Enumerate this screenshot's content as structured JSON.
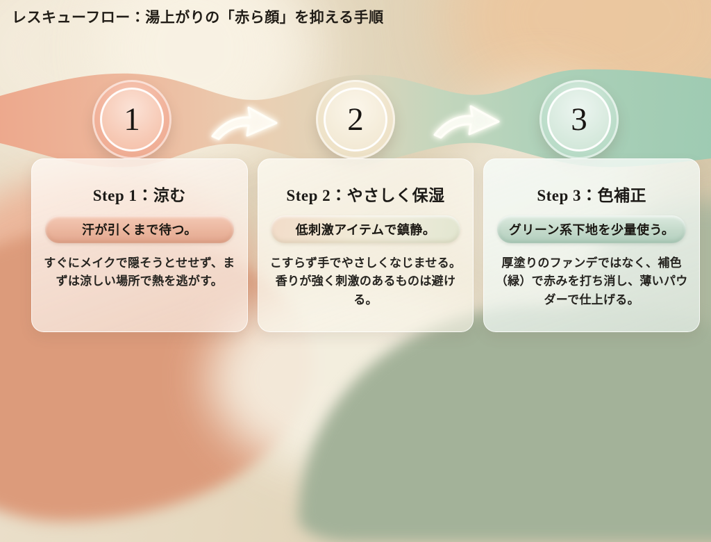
{
  "page": {
    "title": "レスキューフロー：湯上がりの「赤ら顔」を抑える手順"
  },
  "flow": {
    "steps": [
      {
        "number": "1",
        "heading": "Step 1：涼む",
        "badge": "汗が引くまで待つ。",
        "body": "すぐにメイクで隠そうとせせず、まずは涼しい場所で熱を逃がす。",
        "accent_color": "#eda78c"
      },
      {
        "number": "2",
        "heading": "Step 2：やさしく保湿",
        "badge": "低刺激アイテムで鎮静。",
        "body": "こすらず手でやさしくなじませる。香りが強く刺激のあるものは避ける。",
        "accent_color": "#ebdec1"
      },
      {
        "number": "3",
        "heading": "Step 3：色補正",
        "badge": "グリーン系下地を少量使う。",
        "body": "厚塗りのファンデではなく、補色（緑）で赤みを打ち消し、薄いパウダーで仕上げる。",
        "accent_color": "#b2d8c2"
      }
    ],
    "arrow_icon": "curved-right-arrow"
  },
  "palette": {
    "band_salmon": "#eda68a",
    "band_beige": "#dcd4ba",
    "band_green": "#9ccbb3",
    "background_beige": "#e4d6bd",
    "wave_salmon_bottom_left": "#dc9b7b",
    "wave_sage_bottom_right": "#a3b299",
    "smoke_white": "#f4ecdc",
    "text_dark": "#211d17"
  }
}
